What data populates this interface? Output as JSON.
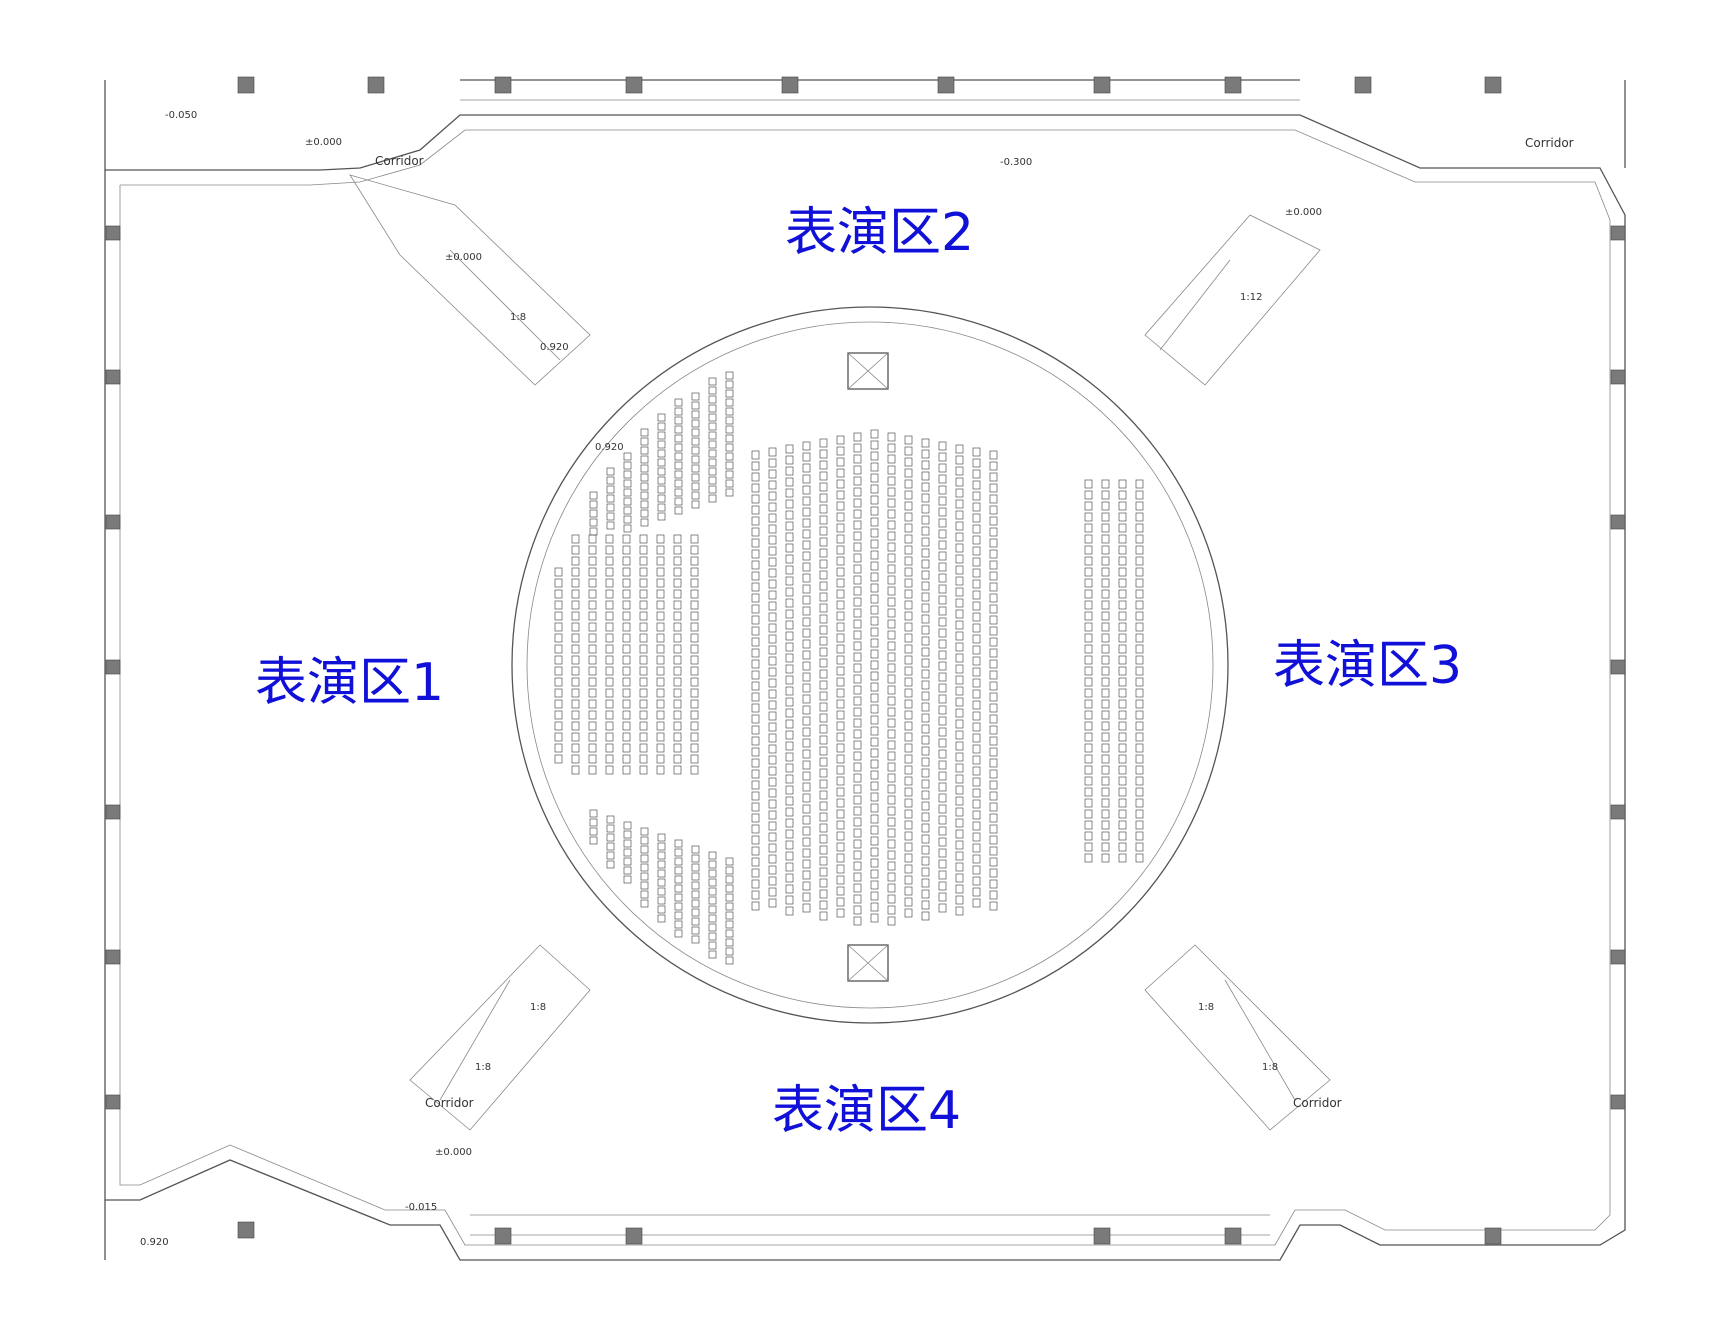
{
  "zones": [
    {
      "id": "zone-1",
      "label": "表演区1"
    },
    {
      "id": "zone-2",
      "label": "表演区2"
    },
    {
      "id": "zone-3",
      "label": "表演区3"
    },
    {
      "id": "zone-4",
      "label": "表演区4"
    }
  ],
  "corridor_labels": [
    "Corridor",
    "Corridor",
    "Corridor",
    "Corridor"
  ],
  "level_marks": [
    "±0.000",
    "±0.000",
    "±0.000",
    "±0.000",
    "-0.050",
    "-0.300",
    "-0.015",
    "0.920",
    "0.920",
    "0.920"
  ],
  "ramp_slopes": [
    "1:8",
    "1:12",
    "1:8",
    "1:8",
    "1:8",
    "1:8"
  ],
  "colors": {
    "zone_label": "#1010d8",
    "lines": "#555555",
    "columns": "#7a7a7a"
  }
}
